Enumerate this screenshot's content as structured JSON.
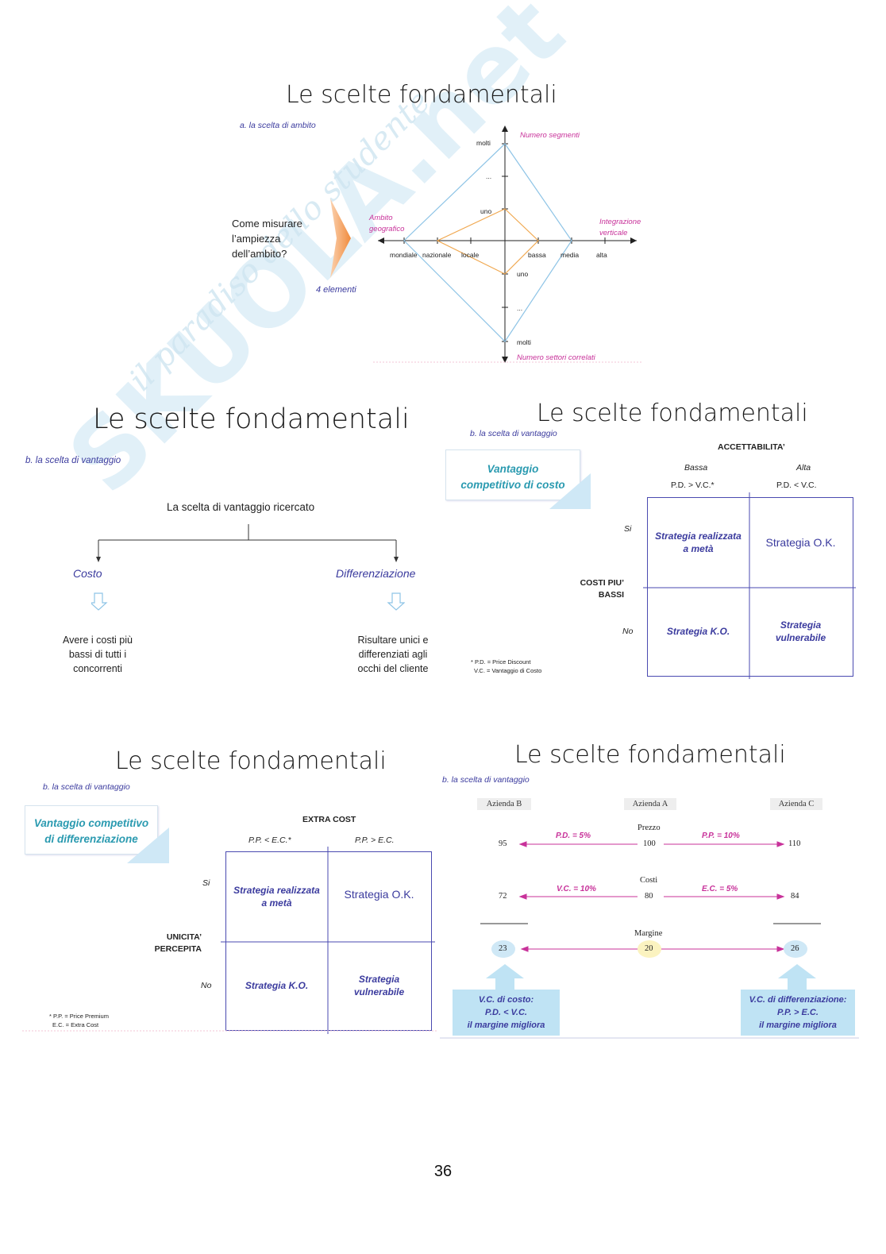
{
  "watermark": {
    "brand": "SKUOLA.net",
    "tagline": "il paradiso dello studente"
  },
  "slide1": {
    "title": "Le scelte fondamentali",
    "subtitle": "a. la scelta di ambito",
    "question": "Come misurare l’ampiezza dell’ambito?",
    "elements_label": "4 elementi",
    "axes": {
      "top_label": "Numero segmenti",
      "bottom_label": "Numero settori correlati",
      "left_label_1": "Ambito",
      "left_label_2": "geografico",
      "right_label_1": "Integrazione",
      "right_label_2": "verticale",
      "top_ticks": [
        "molti",
        "...",
        "uno"
      ],
      "bottom_ticks": [
        "uno",
        "...",
        "molti"
      ],
      "left_ticks": [
        "mondiale",
        "nazionale",
        "locale"
      ],
      "right_ticks": [
        "bassa",
        "media",
        "alta"
      ]
    }
  },
  "slide2": {
    "title": "Le scelte fondamentali",
    "subtitle": "b. la scelta di vantaggio",
    "root": "La scelta di vantaggio ricercato",
    "left_branch": "Costo",
    "right_branch": "Differenziazione",
    "left_desc_1": "Avere i costi più",
    "left_desc_2": "bassi di tutti i",
    "left_desc_3": "concorrenti",
    "right_desc_1": "Risultare unici e",
    "right_desc_2": "differenziati agli",
    "right_desc_3": "occhi del cliente"
  },
  "slide3": {
    "title": "Le scelte fondamentali",
    "subtitle": "b. la scelta di vantaggio",
    "box_1": "Vantaggio",
    "box_2": "competitivo di costo",
    "col_header": "ACCETTABILITA’",
    "col_low": "Bassa",
    "col_high": "Alta",
    "col_low_cond": "P.D. > V.C.*",
    "col_high_cond": "P.D. < V.C.",
    "row_header_1": "COSTI PIU’",
    "row_header_2": "BASSI",
    "row_yes": "Si",
    "row_no": "No",
    "cell_yes_low_1": "Strategia realizzata",
    "cell_yes_low_2": "a metà",
    "cell_yes_high": "Strategia O.K.",
    "cell_no_low": "Strategia K.O.",
    "cell_no_high_1": "Strategia",
    "cell_no_high_2": "vulnerabile",
    "note_1": "* P.D. = Price Discount",
    "note_2": "V.C. = Vantaggio di Costo"
  },
  "slide4": {
    "title": "Le scelte fondamentali",
    "subtitle": "b. la scelta di vantaggio",
    "box_1": "Vantaggio competitivo",
    "box_2": "di differenziazione",
    "col_header": "EXTRA COST",
    "col_low_cond": "P.P. < E.C.*",
    "col_high_cond": "P.P. > E.C.",
    "row_header_1": "UNICITA’",
    "row_header_2": "PERCEPITA",
    "row_yes": "Si",
    "row_no": "No",
    "cell_yes_low_1": "Strategia realizzata",
    "cell_yes_low_2": "a metà",
    "cell_yes_high": "Strategia O.K.",
    "cell_no_low": "Strategia K.O.",
    "cell_no_high_1": "Strategia",
    "cell_no_high_2": "vulnerabile",
    "note_1": "* P.P. = Price Premium",
    "note_2": "E.C. = Extra Cost"
  },
  "slide5": {
    "title": "Le scelte fondamentali",
    "subtitle": "b. la scelta di vantaggio",
    "company_b": "Azienda B",
    "company_a": "Azienda A",
    "company_c": "Azienda C",
    "price_label": "Prezzo",
    "cost_label": "Costi",
    "margin_label": "Margine",
    "price_b": "95",
    "price_a": "100",
    "price_c": "110",
    "cost_b": "72",
    "cost_a": "80",
    "cost_c": "84",
    "margin_b": "23",
    "margin_a": "20",
    "margin_c": "26",
    "pd_label": "P.D. = 5%",
    "pp_label": "P.P. = 10%",
    "vc_label": "V.C. = 10%",
    "ec_label": "E.C. = 5%",
    "box_left_1": "V.C. di costo:",
    "box_left_2": "P.D. < V.C.",
    "box_left_3": "il margine migliora",
    "box_right_1": "V.C. di differenziazione:",
    "box_right_2": "P.P. > E.C.",
    "box_right_3": "il margine migliora"
  },
  "page_number": "36"
}
